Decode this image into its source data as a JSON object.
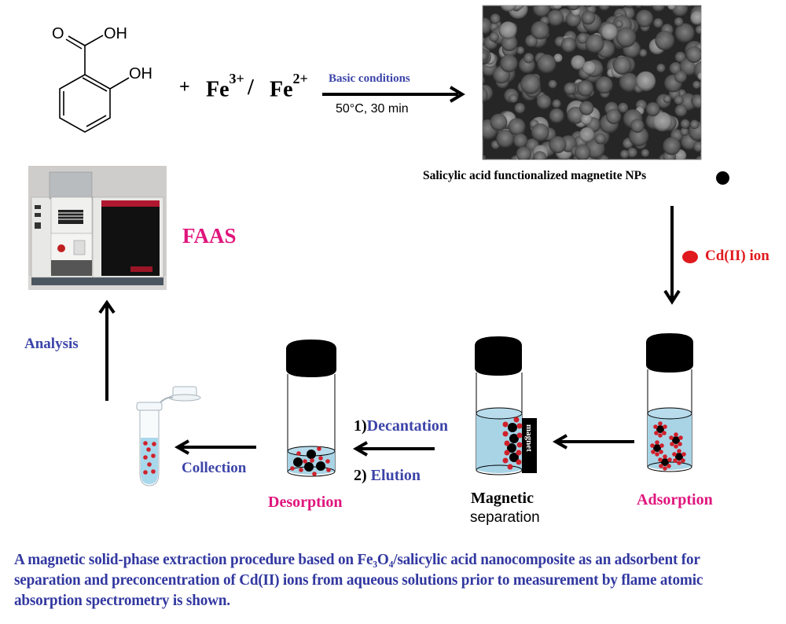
{
  "reaction": {
    "reagent_substituents": {
      "carboxyl_o": "O",
      "carboxyl_oh": "OH",
      "hydroxyl": "OH"
    },
    "plus": "+",
    "fe3_base": "Fe",
    "fe3_charge": "3+",
    "slash": "/",
    "fe2_base": "Fe",
    "fe2_charge": "2+",
    "arrow_top_label": "Basic conditions",
    "arrow_bottom_label": "50°C, 30 min"
  },
  "product": {
    "label": "Salicylic acid functionalized magnetite NPs",
    "legend_color": "#000000"
  },
  "cd_ion": {
    "label": "Cd(II) ion",
    "legend_color": "#e0191f"
  },
  "instrument": {
    "label": "FAAS"
  },
  "steps": {
    "analysis": "Analysis",
    "collection": "Collection",
    "desorption": "Desorption",
    "decantation_num": "1)",
    "decantation": "Decantation",
    "elution_num": "2)",
    "elution": "Elution",
    "magnetic_line1": "Magnetic",
    "magnetic_line2": "separation",
    "magnet_label": "magnet",
    "adsorption": "Adsorption"
  },
  "caption": "A magnetic solid-phase extraction procedure based on Fe₃O₄/salicylic acid nanocomposite as an adsorbent for separation and preconcentration of Cd(II) ions from aqueous solutions prior to measurement by flame atomic absorption spectrometry is shown.",
  "colors": {
    "step_blue": "#3c44a8",
    "step_magenta": "#e0157d",
    "ion_red": "#e0191f",
    "liquid": "#a8d4e6"
  }
}
